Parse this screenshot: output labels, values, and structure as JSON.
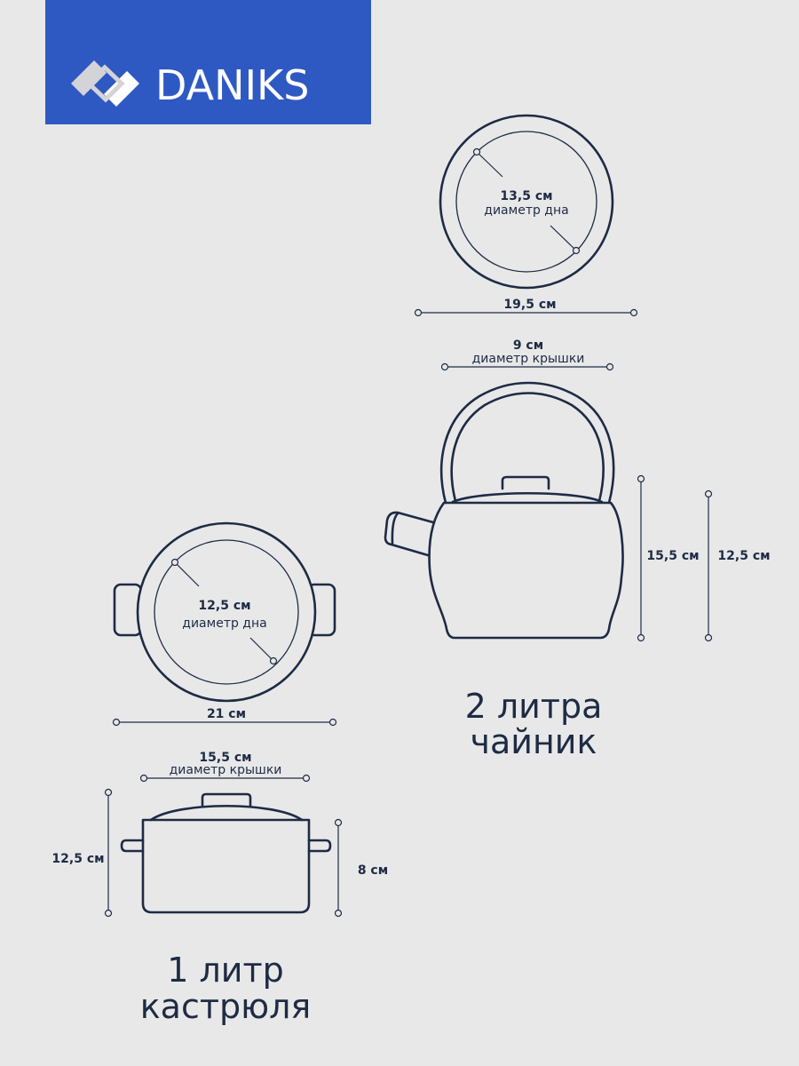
{
  "brand": {
    "logo_text": "DANIKS",
    "color": "#2f59c2"
  },
  "kettle": {
    "bottom_diameter": "13,5 см",
    "bottom_label": "диаметр дна",
    "width": "19,5 см",
    "lid_diameter": "9 см",
    "lid_label": "диаметр крышки",
    "height_total": "15,5 см",
    "height_body": "12,5 см",
    "volume": "2 литра",
    "name": "чайник"
  },
  "pot": {
    "bottom_diameter": "12,5 см",
    "bottom_label": "диаметр дна",
    "width": "21 см",
    "lid_diameter": "15,5 см",
    "lid_label": "диаметр крышки",
    "height_total": "12,5 см",
    "height_body": "8 см",
    "volume": "1 литр",
    "name": "кастрюля"
  }
}
